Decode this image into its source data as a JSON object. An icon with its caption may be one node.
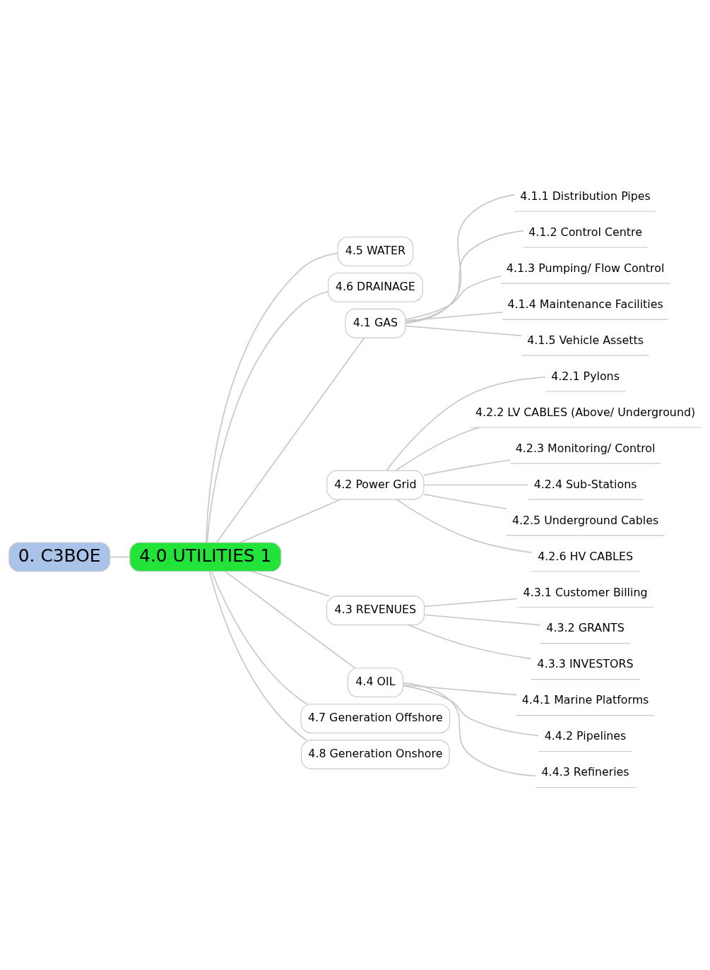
{
  "diagram": {
    "nodes": [
      {
        "text": [
          "0. C3BOE"
        ]
      },
      {
        "text": [
          "4.0 UTILITIES 1"
        ]
      },
      {
        "text": [
          "4.5 WATER"
        ]
      },
      {
        "text": [
          "4.6 DRAINAGE"
        ]
      },
      {
        "text": [
          "4.1 GAS"
        ]
      },
      {
        "text": [
          "4.1.1 Distribution Pipes"
        ]
      },
      {
        "text": [
          "4.1.2 Control Centre"
        ]
      },
      {
        "text": [
          "4.1.3 Pumping/ Flow Control"
        ]
      },
      {
        "text": [
          "4.1.4 Maintenance Facilities"
        ]
      },
      {
        "text": [
          "4.1.5 Vehicle Assetts"
        ]
      },
      {
        "text": [
          "4.2 Power Grid"
        ]
      },
      {
        "text": [
          "4.2.1 Pylons"
        ]
      },
      {
        "text": [
          "4.2.2 LV CABLES (Above/ Underground)"
        ]
      },
      {
        "text": [
          "4.2.3 Monitoring/ Control"
        ]
      },
      {
        "text": [
          "4.2.4 Sub-Stations"
        ]
      },
      {
        "text": [
          "4.2.5 Underground Cables"
        ]
      },
      {
        "text": [
          "4.2.6 HV CABLES"
        ]
      },
      {
        "text": [
          "4.3 REVENUES"
        ]
      },
      {
        "text": [
          "4.3.1 Customer Billing"
        ]
      },
      {
        "text": [
          "4.3.2 GRANTS"
        ]
      },
      {
        "text": [
          "4.3.3 INVESTORS"
        ]
      },
      {
        "text": [
          "4.4 OIL"
        ]
      },
      {
        "text": [
          "4.4.1 Marine Platforms"
        ]
      },
      {
        "text": [
          "4.4.2 Pipelines"
        ]
      },
      {
        "text": [
          "4.4.3 Refineries"
        ]
      },
      {
        "text": [
          "4.7 Generation Offshore"
        ]
      },
      {
        "text": [
          "4.8 Generation Onshore"
        ]
      }
    ],
    "edges": [
      {
        "from": 0,
        "to": 1,
        "arrow": "none"
      },
      {
        "from": 1,
        "to": 2,
        "arrow": "none"
      },
      {
        "from": 1,
        "to": 3,
        "arrow": "none"
      },
      {
        "from": 1,
        "to": 4,
        "arrow": "none"
      },
      {
        "from": 4,
        "to": 5,
        "arrow": "none"
      },
      {
        "from": 4,
        "to": 6,
        "arrow": "none"
      },
      {
        "from": 4,
        "to": 7,
        "arrow": "none"
      },
      {
        "from": 4,
        "to": 8,
        "arrow": "none"
      },
      {
        "from": 4,
        "to": 9,
        "arrow": "none"
      },
      {
        "from": 1,
        "to": 10,
        "arrow": "none"
      },
      {
        "from": 10,
        "to": 11,
        "arrow": "none"
      },
      {
        "from": 10,
        "to": 12,
        "arrow": "none"
      },
      {
        "from": 10,
        "to": 13,
        "arrow": "none"
      },
      {
        "from": 10,
        "to": 14,
        "arrow": "none"
      },
      {
        "from": 10,
        "to": 15,
        "arrow": "none"
      },
      {
        "from": 10,
        "to": 16,
        "arrow": "none"
      },
      {
        "from": 1,
        "to": 17,
        "arrow": "none"
      },
      {
        "from": 17,
        "to": 18,
        "arrow": "none"
      },
      {
        "from": 17,
        "to": 19,
        "arrow": "none"
      },
      {
        "from": 17,
        "to": 20,
        "arrow": "none"
      },
      {
        "from": 1,
        "to": 21,
        "arrow": "none"
      },
      {
        "from": 21,
        "to": 22,
        "arrow": "none"
      },
      {
        "from": 21,
        "to": 23,
        "arrow": "none"
      },
      {
        "from": 21,
        "to": 24,
        "arrow": "none"
      },
      {
        "from": 1,
        "to": 25,
        "arrow": "none"
      },
      {
        "from": 1,
        "to": 26,
        "arrow": "none"
      }
    ]
  }
}
